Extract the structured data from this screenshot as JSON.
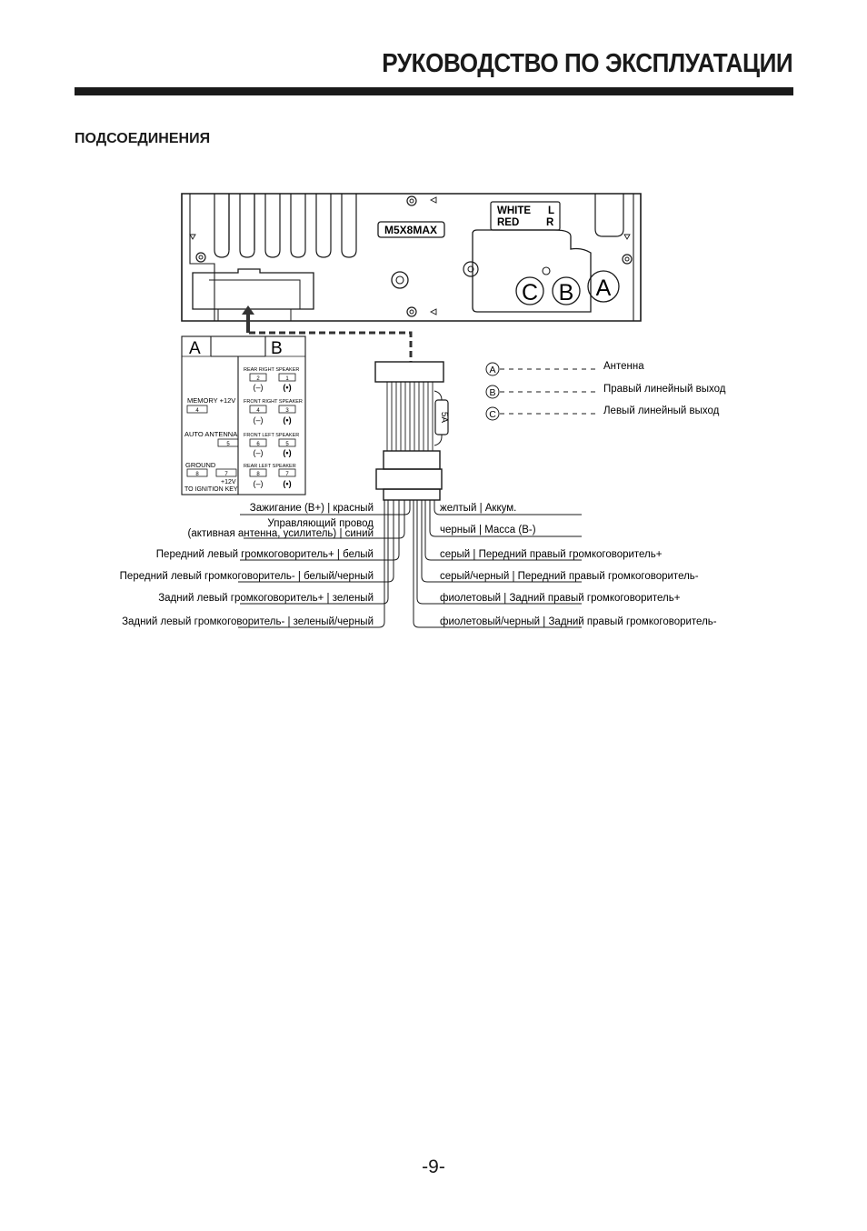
{
  "header": {
    "title": "РУКОВОДСТВО ПО ЭКСПЛУАТАЦИИ"
  },
  "section": {
    "title": "ПОДСОЕДИНЕНИЯ"
  },
  "unit": {
    "model": "M5X8MAX",
    "rca_label_white": "WHITE",
    "rca_label_l": "L",
    "rca_label_red": "RED",
    "rca_label_r": "R",
    "jack_c": "C",
    "jack_b": "B",
    "jack_a": "A"
  },
  "connector": {
    "block_a": "A",
    "block_b": "B",
    "memory": "MEMORY +12V",
    "auto_antenna": "AUTO ANTENNA",
    "ground": "GROUND",
    "ignition": "+12V",
    "ignition_sub": "TO IGNITION KEY",
    "pin_memory": "4",
    "pin_antenna": "5",
    "pin_ground": "8",
    "pin_ignition": "7",
    "b_groups": [
      {
        "label": "REAR RIGHT SPEAKER",
        "pin_neg": "2",
        "pin_pos": "1"
      },
      {
        "label": "FRONT RIGHT SPEAKER",
        "pin_neg": "4",
        "pin_pos": "3"
      },
      {
        "label": "FRONT LEFT SPEAKER",
        "pin_neg": "6",
        "pin_pos": "5"
      },
      {
        "label": "REAR LEFT SPEAKER",
        "pin_neg": "8",
        "pin_pos": "7"
      }
    ],
    "neg_symbol": "(–)",
    "pos_symbol": "(•)"
  },
  "fuse": {
    "label": "5A"
  },
  "legend": [
    {
      "key": "A",
      "text": "Антенна"
    },
    {
      "key": "B",
      "text": "Правый линейный выход"
    },
    {
      "key": "C",
      "text": "Левый линейный выход"
    }
  ],
  "wires_left": [
    {
      "line1": "Зажигание (B+) | красный"
    },
    {
      "line1": "Управляющий провод",
      "line2": "(активная антенна, усилитель) | синий"
    },
    {
      "line1": "Передний левый громкоговоритель+ | белый"
    },
    {
      "line1": "Передний левый громкоговоритель- | белый/черный"
    },
    {
      "line1": "Задний левый громкоговоритель+ | зеленый"
    },
    {
      "line1": "Задний левый громкоговоритель- | зеленый/черный"
    }
  ],
  "wires_right": [
    {
      "line1": "желтый | Аккум."
    },
    {
      "line1": "черный | Масса (B-)"
    },
    {
      "line1": "серый | Передний правый громкоговоритель+"
    },
    {
      "line1": "серый/черный | Передний правый громкоговоритель-"
    },
    {
      "line1": "фиолетовый | Задний правый громкоговоритель+"
    },
    {
      "line1": "фиолетовый/черный | Задний правый громкоговоритель-"
    }
  ],
  "footer": {
    "page": "-9-"
  }
}
